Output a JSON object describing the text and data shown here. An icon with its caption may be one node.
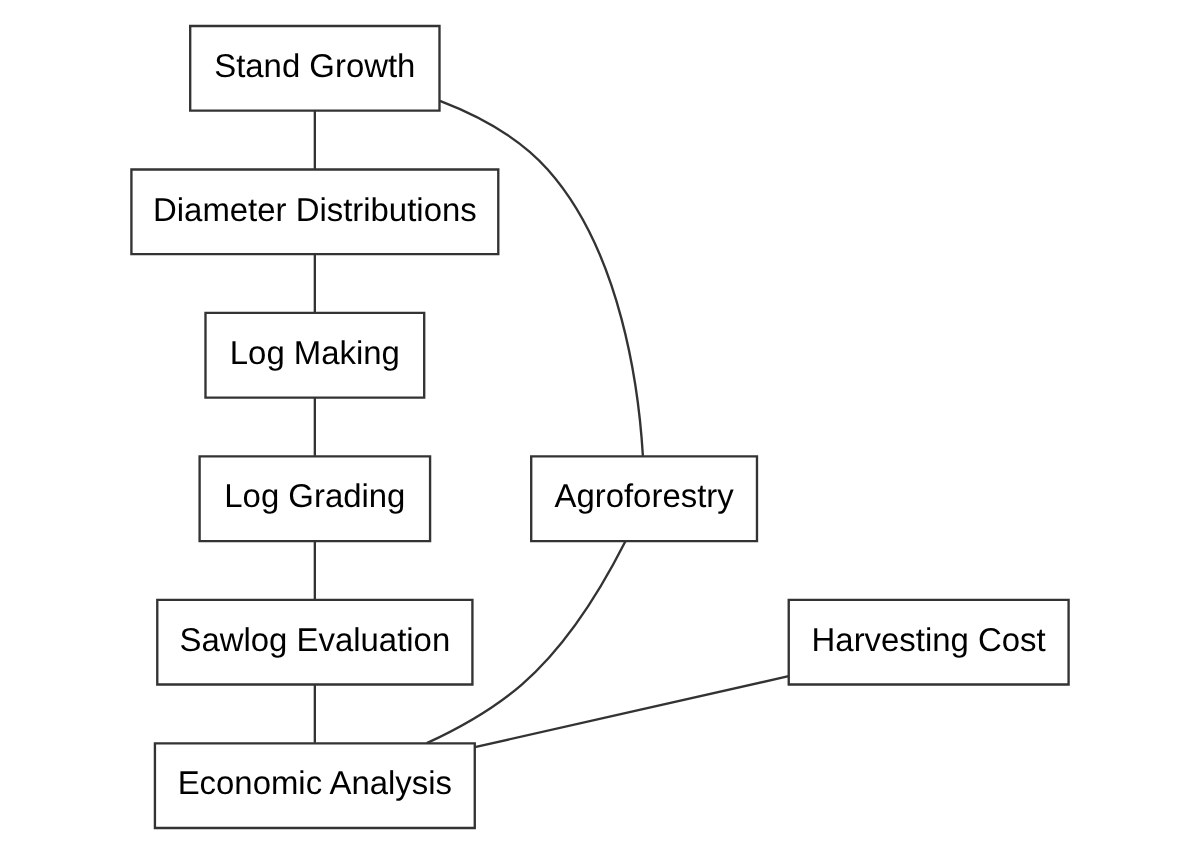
{
  "diagram": {
    "nodes": [
      {
        "text": [
          "Stand Growth"
        ]
      },
      {
        "text": [
          "Diameter Distributions"
        ]
      },
      {
        "text": [
          "Log Making"
        ]
      },
      {
        "text": [
          "Log Grading"
        ]
      },
      {
        "text": [
          "Sawlog Evaluation"
        ]
      },
      {
        "text": [
          "Agroforestry"
        ]
      },
      {
        "text": [
          "Harvesting Cost"
        ]
      },
      {
        "text": [
          "Economic Analysis"
        ]
      }
    ],
    "edges": [
      {
        "from": 0,
        "to": 1,
        "arrow": "none"
      },
      {
        "from": 1,
        "to": 2,
        "arrow": "none"
      },
      {
        "from": 2,
        "to": 3,
        "arrow": "none"
      },
      {
        "from": 3,
        "to": 4,
        "arrow": "none"
      },
      {
        "from": 4,
        "to": 7,
        "arrow": "none"
      },
      {
        "from": 5,
        "to": 0,
        "arrow": "none"
      },
      {
        "from": 5,
        "to": 7,
        "arrow": "none"
      },
      {
        "from": 6,
        "to": 7,
        "arrow": "none"
      }
    ]
  }
}
